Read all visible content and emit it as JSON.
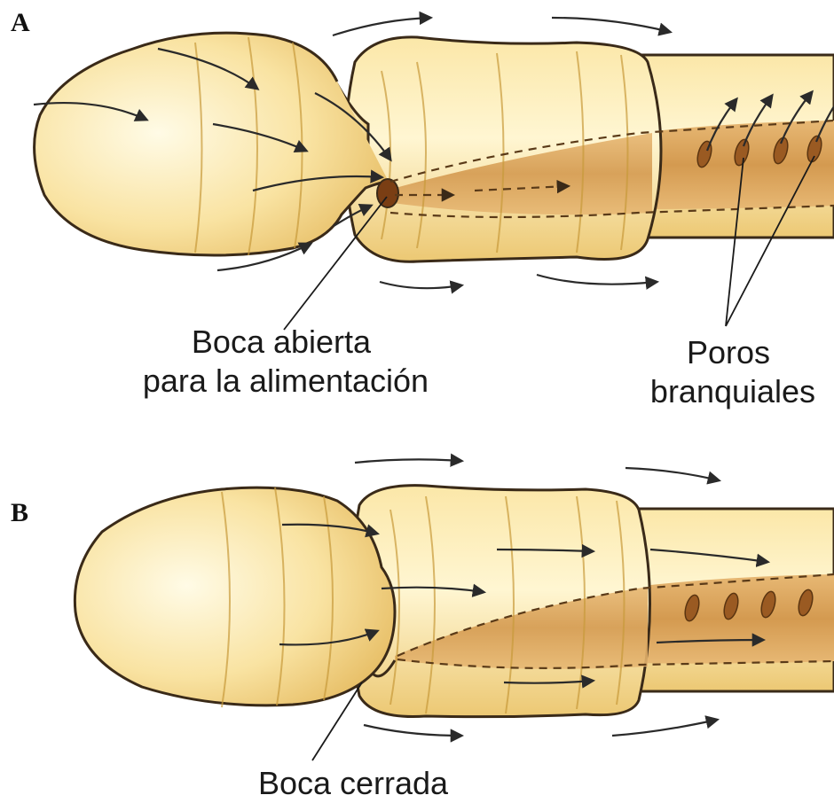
{
  "panels": [
    {
      "letter": "A",
      "labels": {
        "mouth": [
          "Boca abierta",
          "para la alimentación"
        ],
        "pores": [
          "Poros",
          "branquiales"
        ]
      }
    },
    {
      "letter": "B",
      "labels": {
        "mouth": [
          "Boca cerrada"
        ]
      }
    }
  ],
  "colors": {
    "body_fill": "#f5d98a",
    "body_highlight": "#fff3c4",
    "channel_fill": "#d9a45a",
    "outline": "#3a2a18",
    "arrow": "#2a2a2a"
  }
}
